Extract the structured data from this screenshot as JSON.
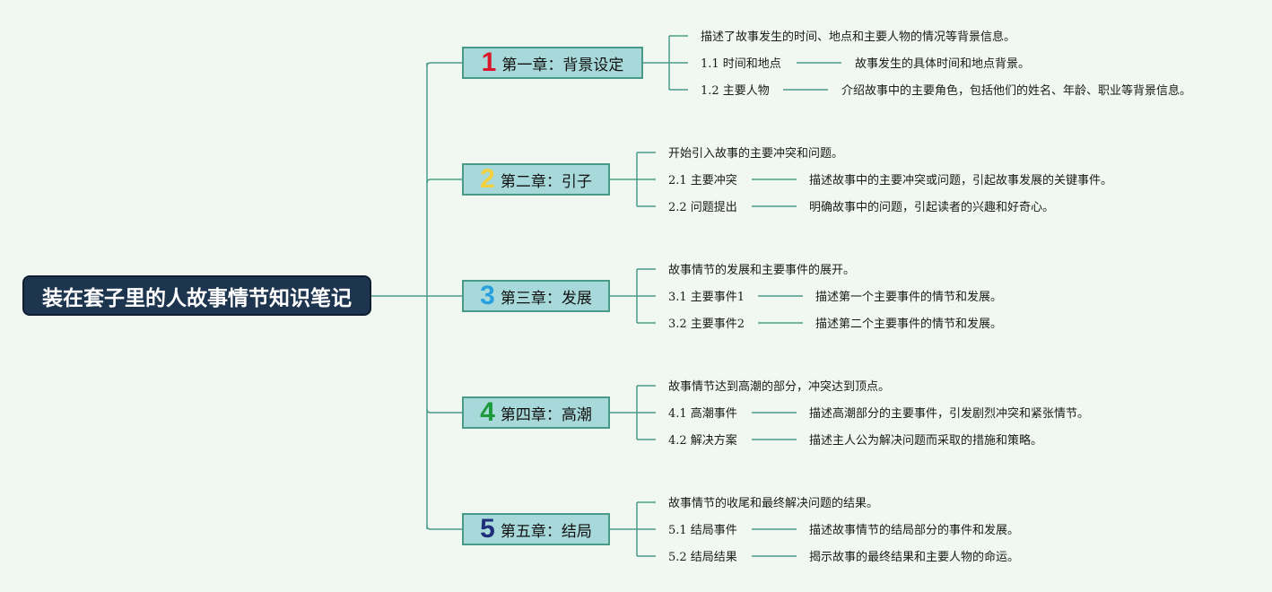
{
  "root": {
    "title": "装在套子里的人故事情节知识笔记"
  },
  "colors": {
    "line": "#4a9a8a",
    "root_bg": "#1e3550",
    "chapter_bg": "#a8d9da",
    "num": [
      "#d9192b",
      "#f2cf3d",
      "#29a0de",
      "#1a9a3a",
      "#1e2e7a"
    ]
  },
  "chapters": [
    {
      "num": "1",
      "title": "第一章：背景设定",
      "summary": "描述了故事发生的时间、地点和主要人物的情况等背景信息。",
      "subs": [
        {
          "label": "1.1 时间和地点",
          "desc": "故事发生的具体时间和地点背景。"
        },
        {
          "label": "1.2 主要人物",
          "desc": "介绍故事中的主要角色，包括他们的姓名、年龄、职业等背景信息。"
        }
      ]
    },
    {
      "num": "2",
      "title": "第二章：引子",
      "summary": "开始引入故事的主要冲突和问题。",
      "subs": [
        {
          "label": "2.1 主要冲突",
          "desc": "描述故事中的主要冲突或问题，引起故事发展的关键事件。"
        },
        {
          "label": "2.2 问题提出",
          "desc": "明确故事中的问题，引起读者的兴趣和好奇心。"
        }
      ]
    },
    {
      "num": "3",
      "title": "第三章：发展",
      "summary": "故事情节的发展和主要事件的展开。",
      "subs": [
        {
          "label": "3.1 主要事件1",
          "desc": "描述第一个主要事件的情节和发展。"
        },
        {
          "label": "3.2 主要事件2",
          "desc": "描述第二个主要事件的情节和发展。"
        }
      ]
    },
    {
      "num": "4",
      "title": "第四章：高潮",
      "summary": "故事情节达到高潮的部分，冲突达到顶点。",
      "subs": [
        {
          "label": "4.1 高潮事件",
          "desc": "描述高潮部分的主要事件，引发剧烈冲突和紧张情节。"
        },
        {
          "label": "4.2 解决方案",
          "desc": "描述主人公为解决问题而采取的措施和策略。"
        }
      ]
    },
    {
      "num": "5",
      "title": "第五章：结局",
      "summary": "故事情节的收尾和最终解决问题的结果。",
      "subs": [
        {
          "label": "5.1 结局事件",
          "desc": "描述故事情节的结局部分的事件和发展。"
        },
        {
          "label": "5.2 结局结果",
          "desc": "揭示故事的最终结果和主要人物的命运。"
        }
      ]
    }
  ]
}
